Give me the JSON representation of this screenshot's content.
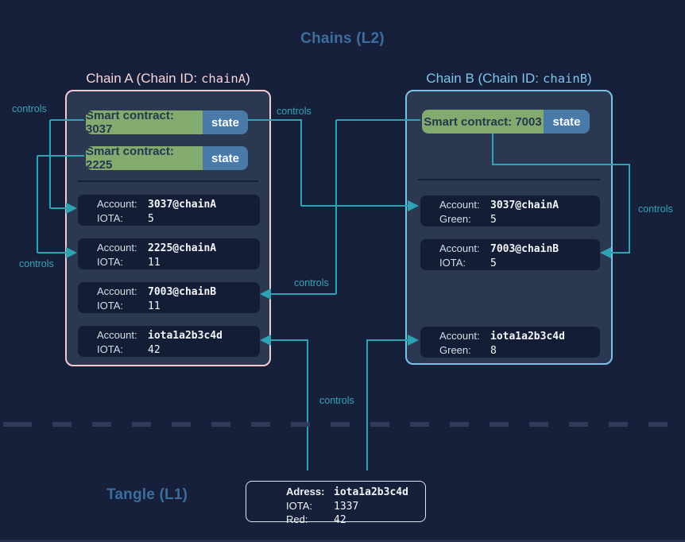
{
  "header": {
    "chains_title": "Chains (L2)",
    "tangle_title": "Tangle (L1)"
  },
  "connector_label": "controls",
  "colors": {
    "background": "#16203A",
    "chain_panel": "#2B3852",
    "account_card": "#131D36",
    "chain_a_border": "#F6CAD3",
    "chain_b_border": "#7CC1EA",
    "contract_green": "#83AB6F",
    "state_blue": "#4A7AA8",
    "connector_teal": "#2EA3B3",
    "layer_title_blue": "#3D6D9E"
  },
  "chain_a": {
    "title_text": "Chain A (Chain ID:",
    "title_code": "chainA",
    "title_close": ")",
    "contracts": [
      {
        "label": "Smart contract: 3037",
        "state": "state"
      },
      {
        "label": "Smart contract: 2225",
        "state": "state"
      }
    ],
    "accounts": [
      {
        "k1": "Account:",
        "v1": "3037@chainA",
        "k2": "IOTA:",
        "v2": "5"
      },
      {
        "k1": "Account:",
        "v1": "2225@chainA",
        "k2": "IOTA:",
        "v2": "11"
      },
      {
        "k1": "Account:",
        "v1": "7003@chainB",
        "k2": "IOTA:",
        "v2": "11"
      },
      {
        "k1": "Account:",
        "v1": "iota1a2b3c4d",
        "k2": "IOTA:",
        "v2": "42"
      }
    ]
  },
  "chain_b": {
    "title_text": "Chain B (Chain ID:",
    "title_code": "chainB",
    "title_close": ")",
    "contracts": [
      {
        "label": "Smart contract: 7003",
        "state": "state"
      }
    ],
    "accounts": [
      {
        "k1": "Account:",
        "v1": "3037@chainA",
        "k2": "Green:",
        "v2": "5"
      },
      {
        "k1": "Account:",
        "v1": "7003@chainB",
        "k2": "IOTA:",
        "v2": "5"
      },
      {
        "k1": "Account:",
        "v1": "iota1a2b3c4d",
        "k2": "Green:",
        "v2": "8"
      }
    ]
  },
  "tangle_box": {
    "rows": [
      {
        "label": "Adress:",
        "value": "iota1a2b3c4d"
      },
      {
        "label": "IOTA:",
        "value": "1337"
      },
      {
        "label": "Red:",
        "value": "42"
      }
    ]
  }
}
